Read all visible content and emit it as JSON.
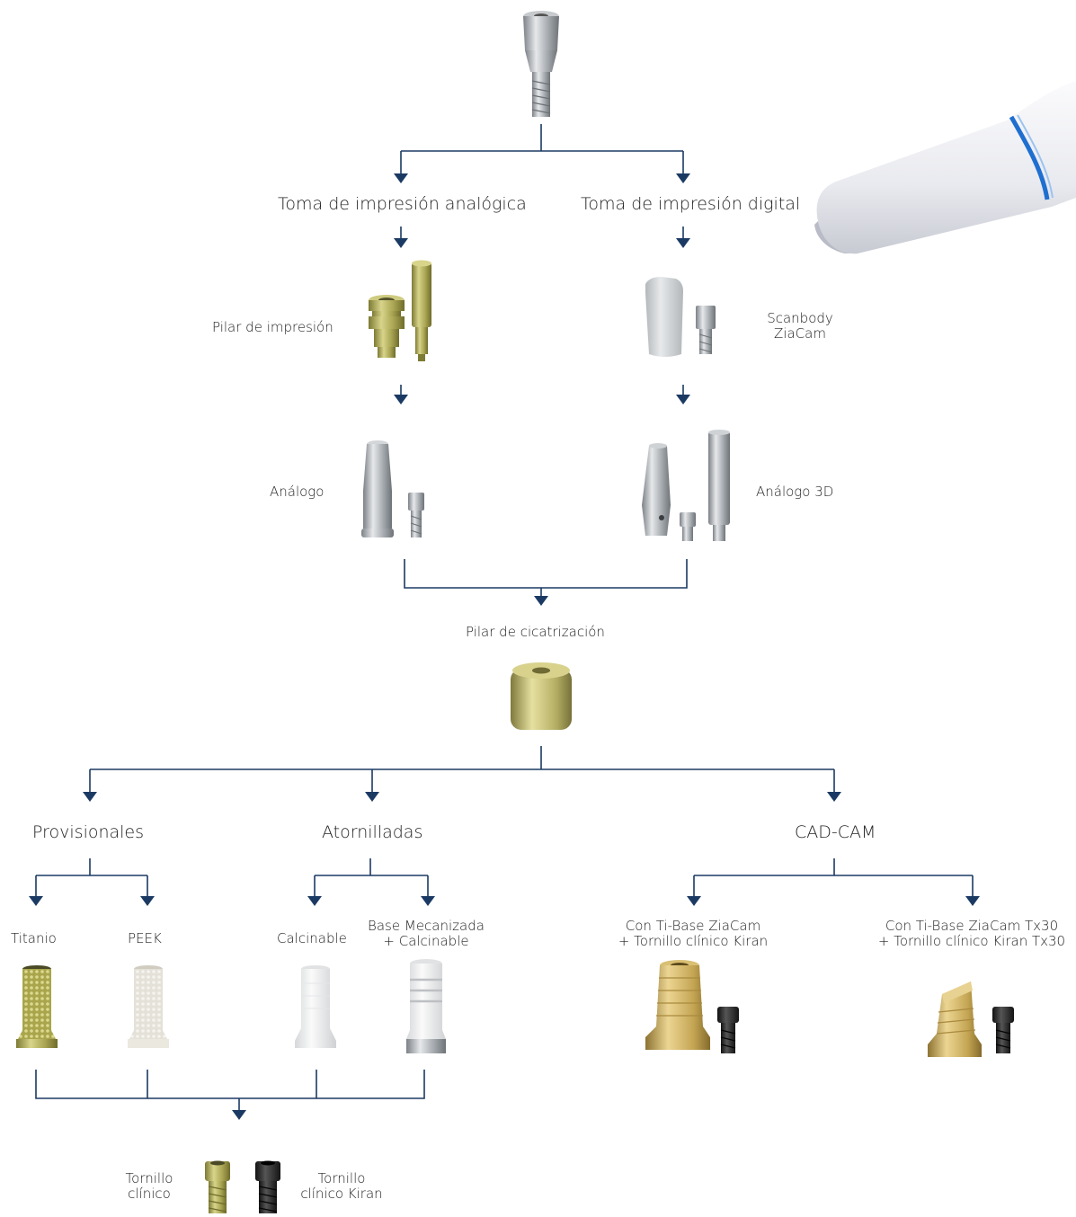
{
  "labels": {
    "analog_impression": "Toma de impresión analógica",
    "digital_impression": "Toma de impresión digital",
    "impression_post": "Pilar de impresión",
    "scanbody": [
      "Scanbody",
      "ZiaCam"
    ],
    "analog": "Análogo",
    "analog_3d": "Análogo 3D",
    "healing_abutment": "Pilar de cicatrización",
    "provisionales": "Provisionales",
    "atornilladas": "Atornilladas",
    "cad_cam": "CAD-CAM",
    "titanio": "Titanio",
    "peek": "PEEK",
    "calcinable": "Calcinable",
    "base_mecanizada": [
      "Base Mecanizada",
      "+ Calcinable"
    ],
    "ti_base": [
      "Con Ti-Base ZiaCam",
      "+ Tornillo clínico Kiran"
    ],
    "ti_base_tx30": [
      "Con Ti-Base ZiaCam Tx30",
      "+ Tornillo clínico Kiran Tx30"
    ],
    "tornillo_clinico": [
      "Tornillo",
      "clínico"
    ],
    "tornillo_kiran": [
      "Tornillo",
      "clínico Kiran"
    ]
  },
  "colors": {
    "connector": "#1b3a63",
    "scanner_ring": "#1e6fd0",
    "gold": "#c9a54a",
    "green_gold": "#a9a94e",
    "titanium": "#a9aeb3",
    "peek_white": "#ece9e1",
    "black_screw": "#2a2a2a"
  }
}
